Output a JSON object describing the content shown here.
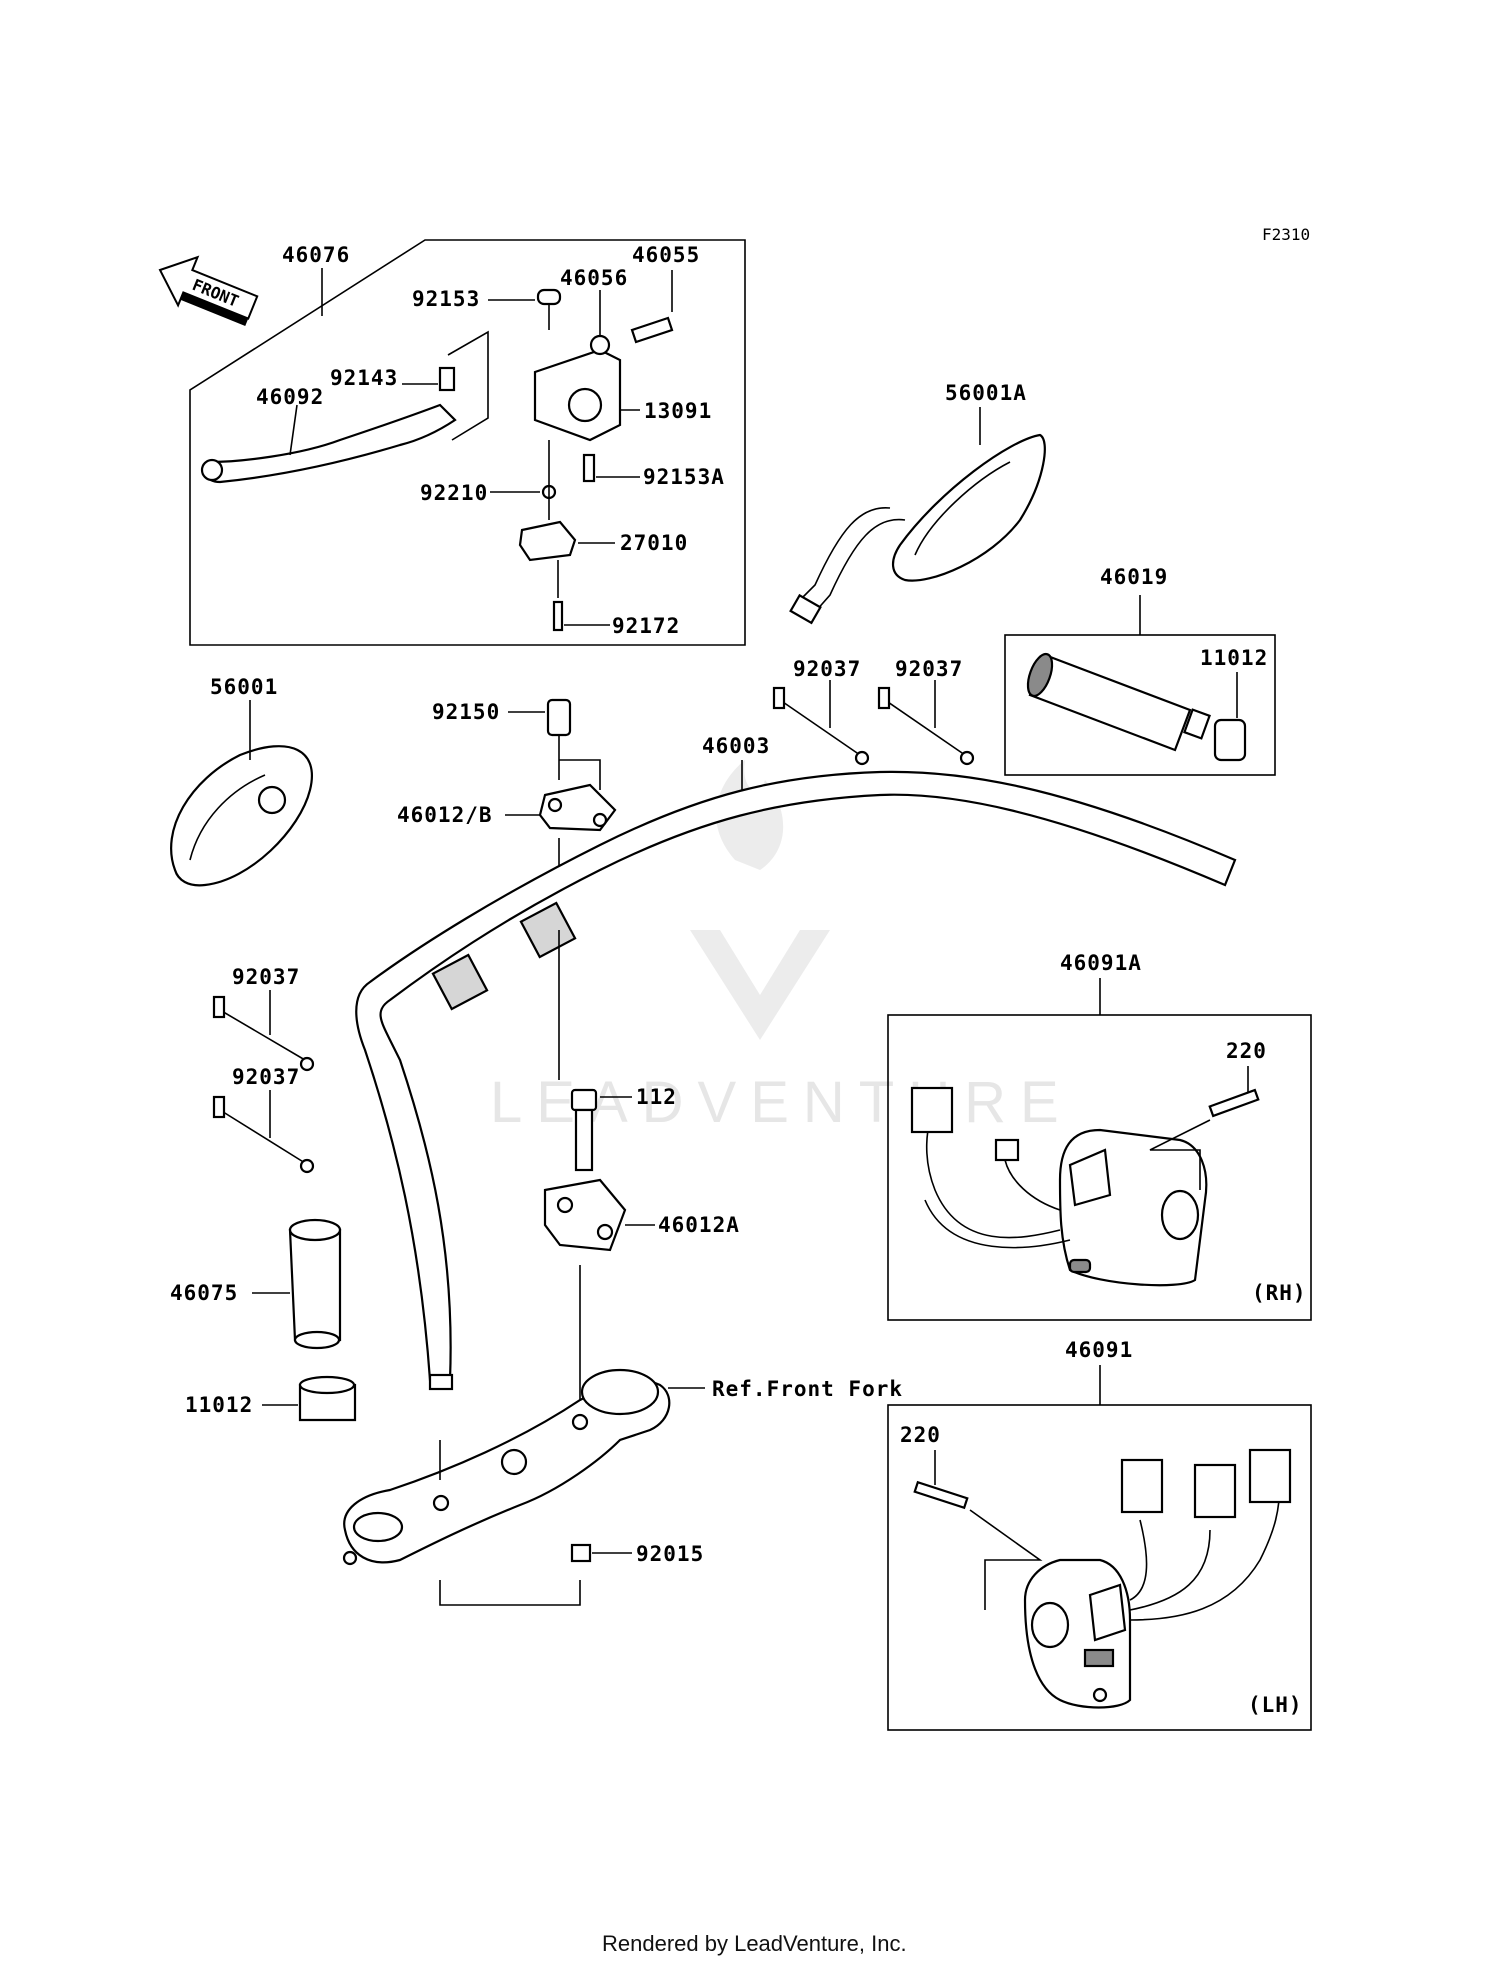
{
  "diagram_code": "F2310",
  "front_arrow_label": "FRONT",
  "watermark": "LEADVENTURE",
  "footer": "Rendered by LeadVenture, Inc.",
  "labels": {
    "p46076": "46076",
    "p46055": "46055",
    "p46056": "46056",
    "p92153": "92153",
    "p92143": "92143",
    "p46092": "46092",
    "p13091": "13091",
    "p92153A": "92153A",
    "p92210": "92210",
    "p27010": "27010",
    "p92172": "92172",
    "p56001A": "56001A",
    "p46019": "46019",
    "p11012_top": "11012",
    "p92037_a": "92037",
    "p92037_b": "92037",
    "p56001": "56001",
    "p92150": "92150",
    "p46003": "46003",
    "p46012B": "46012/B",
    "p92037_c": "92037",
    "p92037_d": "92037",
    "p46091A": "46091A",
    "p220_rh": "220",
    "rh": "(RH)",
    "p112": "112",
    "p46012A": "46012A",
    "p46075": "46075",
    "p11012_bottom": "11012",
    "ref_front_fork": "Ref.Front Fork",
    "p46091": "46091",
    "p220_lh": "220",
    "p92015": "92015",
    "lh": "(LH)"
  }
}
